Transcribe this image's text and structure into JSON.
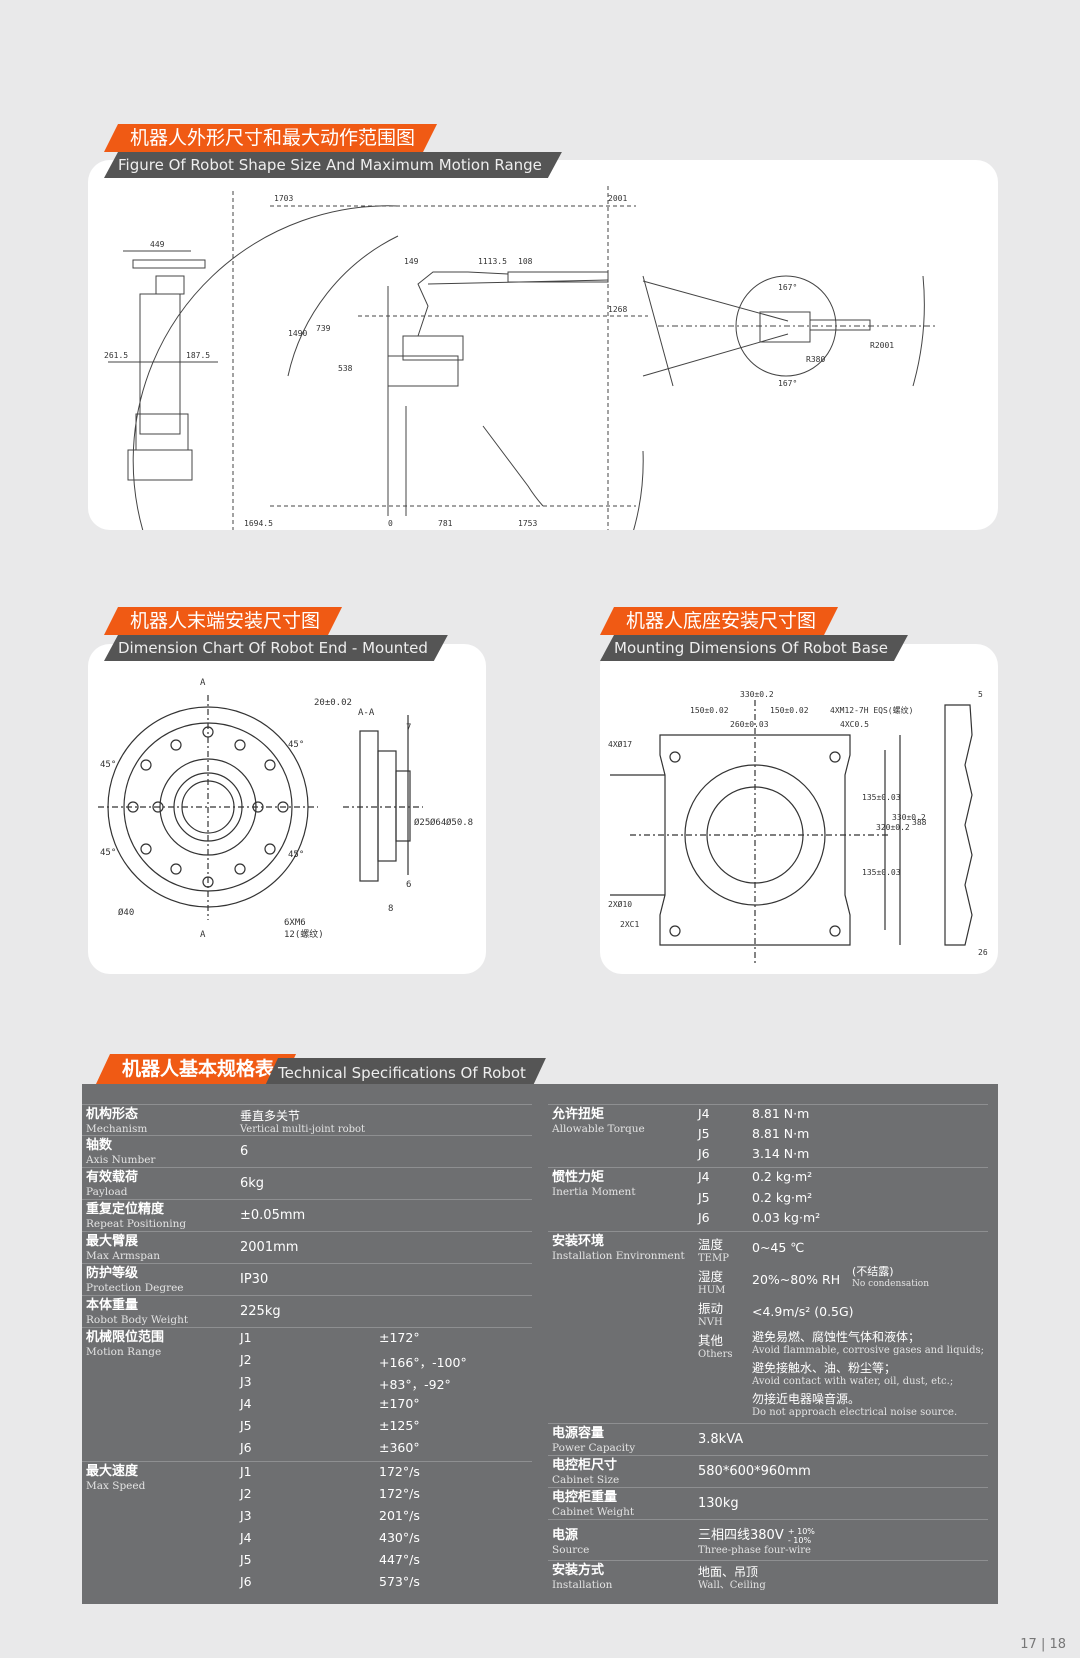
{
  "section1": {
    "title_cn": "机器人外形尺寸和最大动作范围图",
    "title_en": "Figure Of Robot Shape Size And Maximum Motion Range"
  },
  "section2": {
    "title_cn": "机器人末端安装尺寸图",
    "title_en": "Dimension Chart Of Robot End - Mounted"
  },
  "section3": {
    "title_cn": "机器人底座安装尺寸图",
    "title_en": "Mounting Dimensions Of Robot Base"
  },
  "section4": {
    "title_cn": "机器人基本规格表",
    "title_en": "Technical Specifications Of Robot"
  },
  "drawing1": {
    "front_dims": [
      "449",
      "261.5",
      "187.5"
    ],
    "side_dims": [
      "1703",
      "2001",
      "1113.5",
      "108",
      "149",
      "1268",
      "1490",
      "739",
      "538",
      "1694.5",
      "1753",
      "781",
      "0"
    ],
    "top_dims": [
      "167°",
      "167°",
      "R2001",
      "R380"
    ]
  },
  "drawing2": {
    "labels": [
      "A",
      "A",
      "A-A",
      "45°",
      "45°",
      "45°",
      "45°",
      "20±0.02",
      "Ø40",
      "6XM6",
      "12(螺纹)",
      "7",
      "6",
      "8",
      "Ø25",
      "Ø64",
      "Ø50.8"
    ]
  },
  "drawing3": {
    "labels": [
      "330±0.2",
      "150±0.02",
      "150±0.02",
      "260±0.03",
      "4XM12-7H EQS(螺纹)",
      "4XC0.5",
      "4XØ17",
      "2XØ10",
      "2XC1",
      "135±0.03",
      "320±0.2",
      "330±0.2",
      "135±0.03",
      "388",
      "5",
      "26"
    ]
  },
  "left_rows": [
    {
      "cn": "机构形态",
      "en": "Mechanism",
      "val": "垂直多关节",
      "val_en": "Vertical multi-joint robot"
    },
    {
      "cn": "轴数",
      "en": "Axis Number",
      "val": "6"
    },
    {
      "cn": "有效载荷",
      "en": "Payload",
      "val": "6kg"
    },
    {
      "cn": "重复定位精度",
      "en": "Repeat Positioning",
      "val": "±0.05mm"
    },
    {
      "cn": "最大臂展",
      "en": "Max Armspan",
      "val": "2001mm"
    },
    {
      "cn": "防护等级",
      "en": "Protection Degree",
      "val": "IP30"
    },
    {
      "cn": "本体重量",
      "en": "Robot Body Weight",
      "val": "225kg"
    }
  ],
  "motion_range": {
    "cn": "机械限位范围",
    "en": "Motion Range",
    "items": [
      {
        "j": "J1",
        "v": "±172°"
      },
      {
        "j": "J2",
        "v": "+166°，-100°"
      },
      {
        "j": "J3",
        "v": "+83°，-92°"
      },
      {
        "j": "J4",
        "v": "±170°"
      },
      {
        "j": "J5",
        "v": "±125°"
      },
      {
        "j": "J6",
        "v": "±360°"
      }
    ]
  },
  "max_speed": {
    "cn": "最大速度",
    "en": "Max Speed",
    "items": [
      {
        "j": "J1",
        "v": "172°/s"
      },
      {
        "j": "J2",
        "v": "172°/s"
      },
      {
        "j": "J3",
        "v": "201°/s"
      },
      {
        "j": "J4",
        "v": "430°/s"
      },
      {
        "j": "J5",
        "v": "447°/s"
      },
      {
        "j": "J6",
        "v": "573°/s"
      }
    ]
  },
  "torque": {
    "cn": "允许扭矩",
    "en": "Allowable Torque",
    "items": [
      {
        "j": "J4",
        "v": "8.81 N·m"
      },
      {
        "j": "J5",
        "v": "8.81 N·m"
      },
      {
        "j": "J6",
        "v": "3.14 N·m"
      }
    ]
  },
  "inertia": {
    "cn": "惯性力矩",
    "en": "Inertia Moment",
    "items": [
      {
        "j": "J4",
        "v": "0.2 kg·m²"
      },
      {
        "j": "J5",
        "v": "0.2 kg·m²"
      },
      {
        "j": "J6",
        "v": "0.03 kg·m²"
      }
    ]
  },
  "environment": {
    "cn": "安装环境",
    "en": "Installation Environment",
    "temp": {
      "cn": "温度",
      "en": "TEMP",
      "v": "0~45 ℃"
    },
    "hum": {
      "cn": "湿度",
      "en": "HUM",
      "v": "20%~80% RH",
      "note_cn": "(不结露)",
      "note_en": "No condensation"
    },
    "nvh": {
      "cn": "振动",
      "en": "NVH",
      "v": "<4.9m/s² (0.5G)"
    },
    "others": {
      "cn": "其他",
      "en": "Others",
      "l1": "避免易燃、腐蚀性气体和液体；",
      "l1_en": "Avoid flammable, corrosive gases and liquids;",
      "l2": "避免接触水、油、粉尘等；",
      "l2_en": "Avoid contact with water, oil, dust, etc.;",
      "l3": "勿接近电器噪音源。",
      "l3_en": "Do not approach electrical noise source."
    }
  },
  "right_rows": [
    {
      "cn": "电源容量",
      "en": "Power Capacity",
      "val": "3.8kVA"
    },
    {
      "cn": "电控柜尺寸",
      "en": "Cabinet Size",
      "val": "580*600*960mm"
    },
    {
      "cn": "电控柜重量",
      "en": "Cabinet Weight",
      "val": "130kg"
    }
  ],
  "source": {
    "cn": "电源",
    "en": "Source",
    "val": "三相四线380V",
    "sup": "+ 10%",
    "sub": "- 10%",
    "val_en": "Three-phase four-wire"
  },
  "install": {
    "cn": "安装方式",
    "en": "Installation",
    "val": "地面、吊顶",
    "val_en": "Wall、Ceiling"
  },
  "page_num": "17 | 18",
  "colors": {
    "accent": "#f05a14",
    "header_gray": "#555555",
    "table_bg": "#6e6f71"
  }
}
